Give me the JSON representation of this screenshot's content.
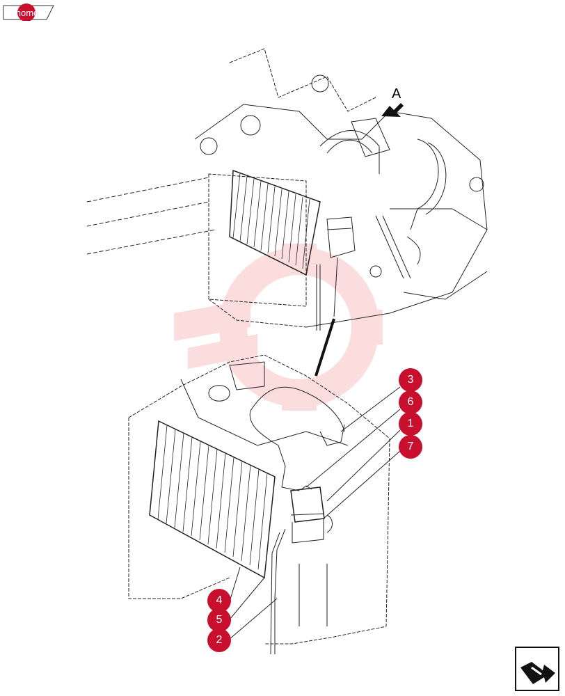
{
  "nav": {
    "home_label": "home",
    "next_icon": "next-page-arrow-icon"
  },
  "diagram": {
    "view_label": "A",
    "callouts": [
      "3",
      "6",
      "1",
      "7",
      "4",
      "5",
      "2"
    ]
  },
  "colors": {
    "accent": "#c8102e",
    "line": "#222222",
    "watermark": "#f5b5b5"
  }
}
